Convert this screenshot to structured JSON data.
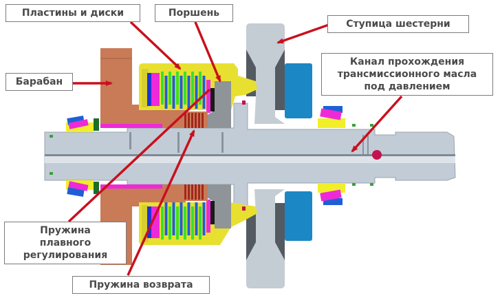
{
  "diagram": {
    "title": "Устройство пакета сцепления (фрикциона) коробки передач",
    "labels": {
      "plates": "Пластины и диски",
      "piston": "Поршень",
      "gear_hub": "Ступица шестерни",
      "drum": "Барабан",
      "oil_channel": [
        "Канал прохождения",
        "трансмиссионного масла",
        "под давлением"
      ],
      "cushion_spring": [
        "Пружина",
        "плавного",
        "регулирования"
      ],
      "return_spring": "Пружина возврата"
    },
    "colors": {
      "arrow": "#c8101e",
      "shaft": "#c2ccd6",
      "shaft_dark": "#8a949e",
      "drum": "#c97a57",
      "housing": "#e8e030",
      "plates_green": "#3be02a",
      "plates_blue": "#1f5fd6",
      "magenta": "#ee2ad8",
      "gear_dark": "#5a6068",
      "gear_blue": "#1b87c4",
      "return_spring": "#a3271c",
      "piston": "#8f9498",
      "seal": "#c2134f",
      "label_border": "#7a7a7a",
      "label_text": "#4a4a4a"
    }
  }
}
